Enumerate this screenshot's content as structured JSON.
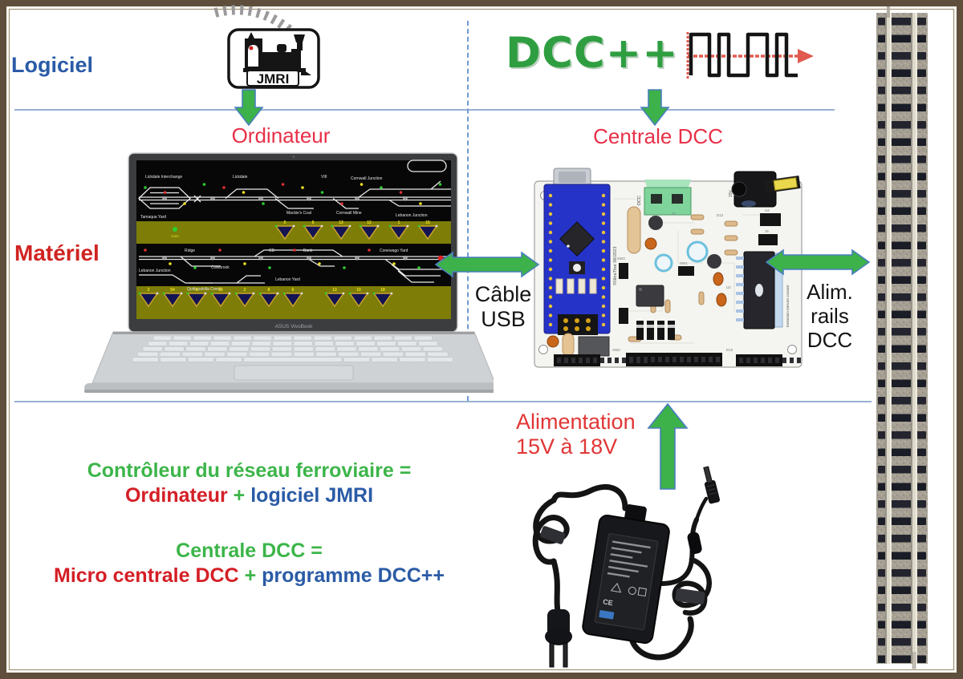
{
  "header": {
    "logiciel": "Logiciel",
    "materiel": "Matériel"
  },
  "jmri": {
    "logo_text": "JMRI",
    "caption": "Ordinateur"
  },
  "dccpp": {
    "logo_text": "DCC++",
    "caption": "Centrale DCC"
  },
  "connections": {
    "cable_line1": "Câble",
    "cable_line2": "USB",
    "alim_line1": "Alim.",
    "alim_line2": "rails",
    "alim_line3": "DCC",
    "power_line1": "Alimentation",
    "power_line2": "15V à 18V"
  },
  "equations": {
    "ctrl_title": "Contrôleur du réseau ferroviaire =",
    "ctrl_red": "Ordinateur",
    "ctrl_plus": " + ",
    "ctrl_blue": "logiciel JMRI",
    "dcc_title": "Centrale DCC =",
    "dcc_red": "Micro centrale DCC",
    "dcc_plus": " + ",
    "dcc_blue": "programme DCC++"
  },
  "laptop": {
    "brand": "ASUS VivoBook",
    "top_labels": [
      "Lickdale Interchange",
      "Lickdale",
      "VIII",
      "Cornwall Junction",
      "Tamaqua Yard",
      "Mackie's Coal",
      "Cornwall Mine",
      "Lebanon Junction"
    ],
    "gate_label": "Gate",
    "mid_labels": [
      "Ridge",
      "CB",
      "Bank",
      "Conewago Yard",
      "Colebrook",
      "Lebanon Junction",
      "Quittapahilla Creek",
      "Lebanon Yard"
    ],
    "gauge_numbers_top": [
      "5",
      "6",
      "13",
      "12",
      "1",
      "15"
    ],
    "gauge_numbers_bottom": [
      "2",
      "54",
      "6",
      "16",
      "2",
      "8",
      "6",
      "13",
      "10",
      "18"
    ]
  },
  "board": {
    "credit": "©NitraThor 06/2023",
    "terminal_label": "DCC",
    "jack_label": "15V",
    "ext_label": "Extension mesure courant",
    "designators": [
      "J2",
      "D12",
      "SW3",
      "SW1",
      "U2",
      "SW2",
      "D10",
      "U4",
      "J6"
    ]
  },
  "colors": {
    "frame_brown": "#5e4e3b",
    "separator_blue": "#97afd2",
    "dashed_blue": "#6f9ad1",
    "label_blue": "#2a5ba6",
    "caption_red": "#e83048",
    "materiel_red": "#d02421",
    "power_red": "#e13636",
    "dccpp_green": "#2f9e41",
    "arrow_green": "#3db14a",
    "arrow_border": "#4a7ebf",
    "eq_green": "#3cb549",
    "eq_red": "#d41f26",
    "eq_blue": "#2a5ba6"
  }
}
